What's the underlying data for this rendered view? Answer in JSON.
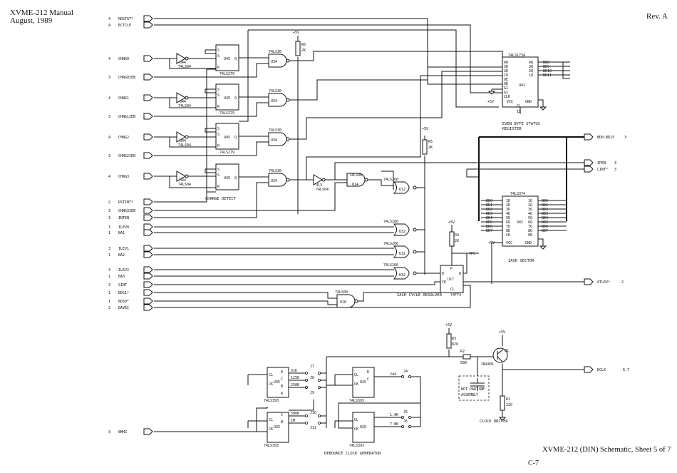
{
  "header": {
    "manual": "XVME-212 Manual",
    "date": "August, 1989",
    "rev": "Rev. A"
  },
  "footer": {
    "caption": "XVME-212 (DIN) Schematic, Sheet 5 of 7",
    "page": "C-7"
  },
  "signals_left": [
    {
      "pin": "4",
      "name": "RDSTAT*"
    },
    {
      "pin": "4",
      "name": "ECTCLE"
    },
    {
      "pin": "4",
      "name": "CHNG0"
    },
    {
      "pin": "3",
      "name": "CHNG0IEN"
    },
    {
      "pin": "4",
      "name": "CHNG1"
    },
    {
      "pin": "3",
      "name": "CHNG1IEN"
    },
    {
      "pin": "4",
      "name": "CHNG2"
    },
    {
      "pin": "3",
      "name": "CHNG2IEN"
    },
    {
      "pin": "4",
      "name": "CHNG3"
    },
    {
      "pin": "2",
      "name": "RSTINT*"
    },
    {
      "pin": "3",
      "name": "CHNG3IEN"
    },
    {
      "pin": "3",
      "name": "INTEN"
    },
    {
      "pin": "3",
      "name": "ILEV0"
    },
    {
      "pin": "1",
      "name": "BA1"
    },
    {
      "pin": "3",
      "name": "ILEV1"
    },
    {
      "pin": "1",
      "name": "BA2"
    },
    {
      "pin": "3",
      "name": "ILEV2"
    },
    {
      "pin": "1",
      "name": "BA3"
    },
    {
      "pin": "3",
      "name": "SINT"
    },
    {
      "pin": "1",
      "name": "BDS1*"
    },
    {
      "pin": "1",
      "name": "BDS0*"
    },
    {
      "pin": "2",
      "name": "BAVEC"
    },
    {
      "pin": "3",
      "name": "8MHZ"
    }
  ],
  "signals_right": [
    {
      "name": "BD0-BD15",
      "ref": "3"
    },
    {
      "name": "IPEN",
      "ref": "3"
    },
    {
      "name": "LINT*",
      "ref": "3"
    },
    {
      "name": "ATLEV*",
      "ref": "2"
    },
    {
      "name": "DCLK",
      "ref": "6,7"
    }
  ],
  "chips": {
    "u45": {
      "ref": "U45",
      "part": "74LS279",
      "pins": [
        "S",
        "S",
        "R",
        "Q"
      ]
    },
    "u44": {
      "ref": "U44",
      "part": "74LS04"
    },
    "u34": {
      "ref": "U34",
      "part": "74LS30"
    },
    "u41": {
      "ref": "U41",
      "part": "74LS173A",
      "caption1": "EVEN BYTE STATUS",
      "caption2": "REGISTER",
      "pins_left": [
        "4D",
        "3D",
        "2D",
        "1D",
        "OE",
        "OE",
        "G1",
        "G2",
        "CLK"
      ],
      "pins_right": [
        "4Q",
        "3Q",
        "2Q",
        "1Q"
      ],
      "out": [
        "BD8",
        "BD9",
        "BD10",
        "BD11"
      ],
      "vcc": "VCC",
      "gnd": "GND",
      "cl": "CL",
      "cl_pin": "15"
    },
    "u42": {
      "ref": "U42",
      "part": "74LS374",
      "caption": "IACK VECTOR",
      "in": [
        "BD0",
        "BD1",
        "BD2",
        "BD3",
        "BD4",
        "BD5",
        "BD6",
        "BD7"
      ],
      "pins_left": [
        "1D",
        "2D",
        "3D",
        "4D",
        "5D",
        "6D",
        "7D",
        "8D",
        "CK"
      ],
      "pins_right": [
        "1Q",
        "2Q",
        "3Q",
        "4Q",
        "5Q",
        "6Q",
        "7Q",
        "8Q",
        "OE"
      ],
      "out": [
        "BD0",
        "BD1",
        "BD2",
        "BD3",
        "BD4",
        "BD5",
        "BD6",
        "BD7"
      ],
      "vcc": "VCC",
      "gnd": "GND"
    },
    "u13": {
      "ref": "U13",
      "part": "74LS04"
    },
    "u14": {
      "ref": "U14",
      "part": "74LS00"
    },
    "u32": {
      "ref": "U32",
      "part": "74LS266"
    },
    "u17": {
      "ref": "U17",
      "part": "74F74",
      "caption": "IACK CYCLE RESOLVER",
      "pins": [
        "D",
        "CK",
        "P",
        "Q",
        "CL"
      ]
    },
    "u16": {
      "ref": "U16",
      "part": "74LS00"
    },
    "u35": {
      "ref": "U35",
      "part": "74LS393",
      "pins": [
        "CL",
        "CK",
        "D",
        "C",
        "B",
        "A"
      ]
    },
    "u25": {
      "ref": "U25",
      "part": "74LS393",
      "pins": [
        "CL",
        "CK",
        "D",
        "C",
        "B",
        "A"
      ]
    },
    "q1": {
      "ref": "Q1",
      "part": "2N4401"
    }
  },
  "labels": {
    "change_detect": "CHANGE DETECT",
    "debounce": "DEBOUNCE CLOCK GENERATOR",
    "clock_driver": "CLOCK DRIVER",
    "not_part_1": "NOT PART OF",
    "not_part_2": "ASSEMBLY",
    "c2": "C2",
    "vcc_label": "+5V",
    "yps": "YPS",
    "freq": [
      "31K",
      "125K",
      "250K",
      "500K",
      "1M",
      "244",
      "1.9K",
      "7.8K"
    ],
    "jumpers": [
      "J7",
      "J8",
      "J9",
      "J10",
      "J11",
      "J4",
      "J5",
      "J6"
    ]
  },
  "resistors": [
    {
      "ref": "R6",
      "value": "2K"
    },
    {
      "ref": "R5",
      "value": "2K"
    },
    {
      "ref": "R4",
      "value": "2K"
    },
    {
      "ref": "R3",
      "value": "820"
    },
    {
      "ref": "R2",
      "value": "680"
    },
    {
      "ref": "R1",
      "value": "220"
    }
  ]
}
